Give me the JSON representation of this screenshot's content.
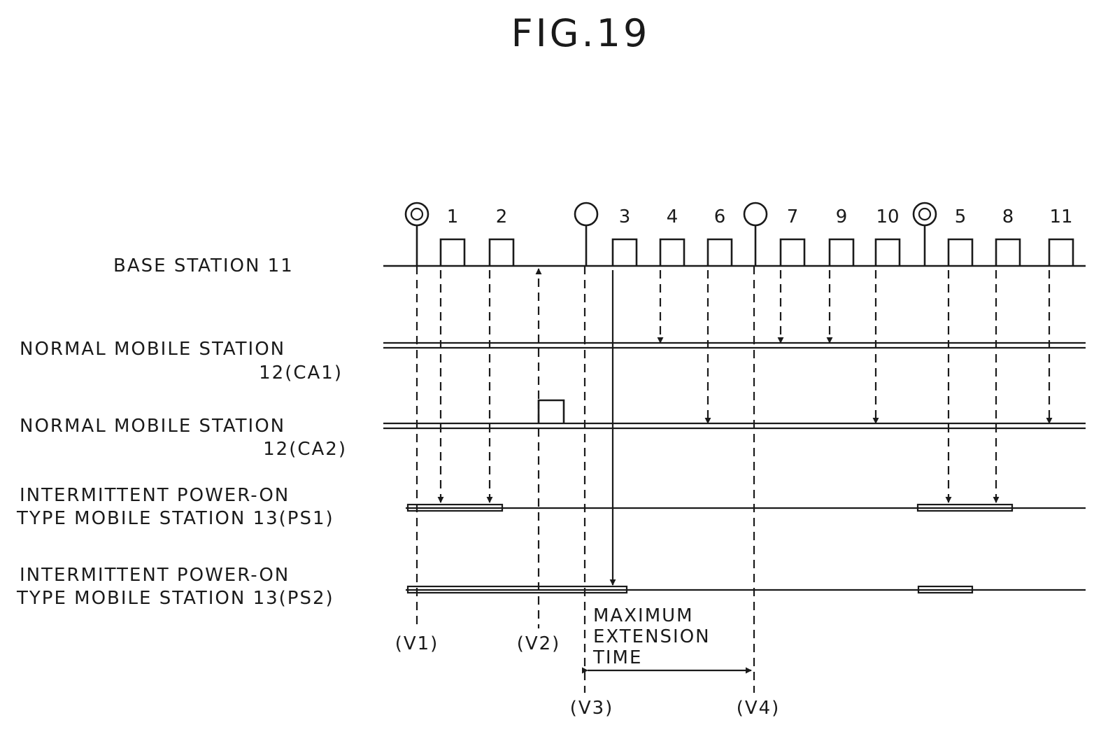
{
  "figure": {
    "title": "FIG.19"
  },
  "rows": {
    "base": {
      "label_lines": [
        "BASE STATION 11"
      ]
    },
    "ca1": {
      "label_lines": [
        "NORMAL MOBILE STATION",
        "12(CA1)"
      ]
    },
    "ca2": {
      "label_lines": [
        "NORMAL MOBILE STATION",
        "12(CA2)"
      ]
    },
    "ps1": {
      "label_lines": [
        "INTERMITTENT POWER-ON",
        "TYPE MOBILE STATION 13(PS1)"
      ]
    },
    "ps2": {
      "label_lines": [
        "INTERMITTENT POWER-ON",
        "TYPE MOBILE STATION 13(PS2)"
      ]
    }
  },
  "timeline": {
    "markers": [
      {
        "type": "double-circle"
      },
      {
        "type": "circle"
      },
      {
        "type": "circle"
      },
      {
        "type": "double-circle"
      }
    ],
    "packets": [
      "1",
      "2",
      "3",
      "4",
      "6",
      "7",
      "9",
      "10",
      "5",
      "8",
      "11"
    ],
    "uplink_burst": {
      "source": "12(CA2)"
    }
  },
  "time_labels": [
    "(V1)",
    "(V2)",
    "(V3)",
    "(V4)"
  ],
  "span_annotation": {
    "lines": [
      "MAXIMUM",
      "EXTENSION",
      "TIME"
    ]
  }
}
